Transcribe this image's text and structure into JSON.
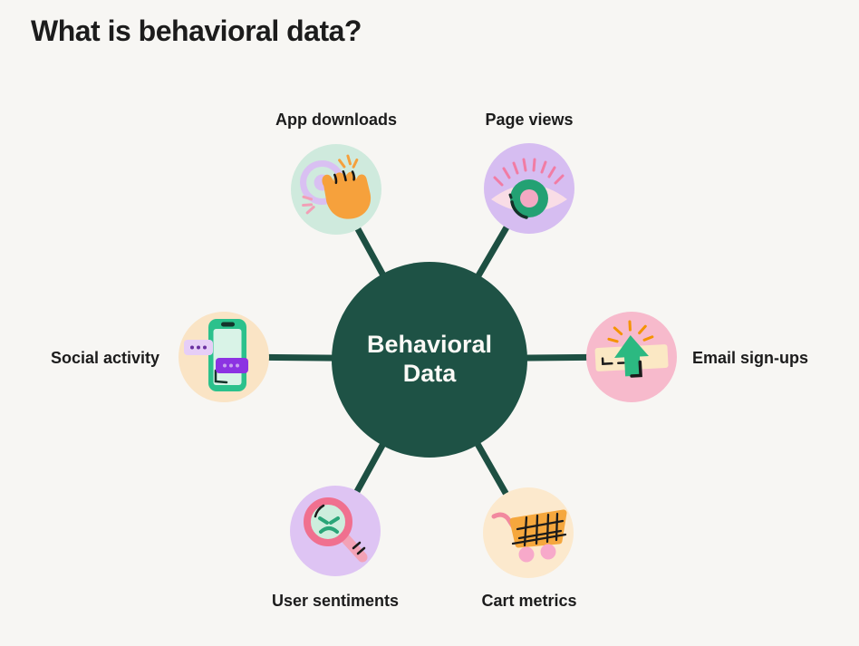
{
  "title": "What is behavioral data?",
  "center": {
    "label": "Behavioral Data"
  },
  "nodes": [
    {
      "id": "app-downloads",
      "label": "App downloads",
      "icon": "tap-hand-icon",
      "circle_color": "#cfeadd"
    },
    {
      "id": "page-views",
      "label": "Page views",
      "icon": "eye-icon",
      "circle_color": "#d6bdf1"
    },
    {
      "id": "email-sign-ups",
      "label": "Email sign-ups",
      "icon": "cursor-click-signup-icon",
      "circle_color": "#f7bacc"
    },
    {
      "id": "cart-metrics",
      "label": "Cart metrics",
      "icon": "shopping-cart-icon",
      "circle_color": "#fce9cd"
    },
    {
      "id": "user-sentiments",
      "label": "User sentiments",
      "icon": "magnifier-angry-face-icon",
      "circle_color": "#dec4f3"
    },
    {
      "id": "social-activity",
      "label": "Social activity",
      "icon": "phone-chat-icon",
      "circle_color": "#fae4c5"
    }
  ],
  "colors": {
    "background": "#f7f6f3",
    "center_circle": "#1e5245",
    "connector": "#1d4f42",
    "label_text": "#1c1c1c",
    "center_text": "#fbfaf6"
  }
}
